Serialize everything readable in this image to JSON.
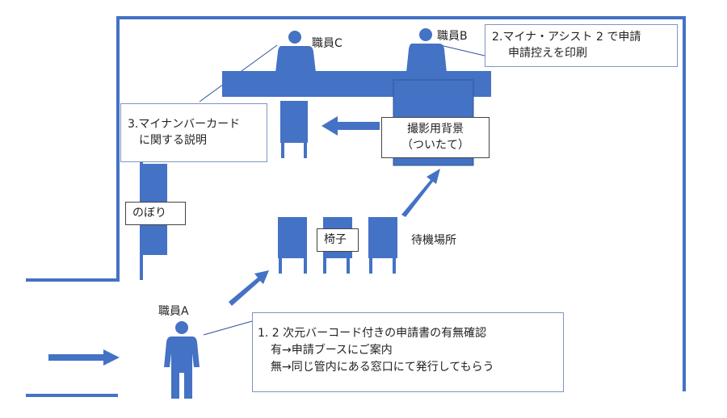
{
  "colors": {
    "shape": "#4472c4"
  },
  "staff": {
    "a": "職員A",
    "b": "職員B",
    "c": "職員C"
  },
  "labels": {
    "backdrop_line1": "撮影用背景",
    "backdrop_line2": "（ついたて）",
    "banner": "のぼり",
    "chair": "椅子",
    "waiting_area": "待機場所"
  },
  "callouts": {
    "step1": {
      "line1": "1. 2 次元バーコード付きの申請書の有無確認",
      "line2": "有→申請ブースにご案内",
      "line3": "無→同じ管内にある窓口にて発行してもらう"
    },
    "step2": {
      "line1": "2.マイナ・アシスト 2 で申請",
      "line2": "申請控えを印刷"
    },
    "step3": {
      "line1": "3.マイナンバーカード",
      "line2": "に関する説明"
    }
  }
}
